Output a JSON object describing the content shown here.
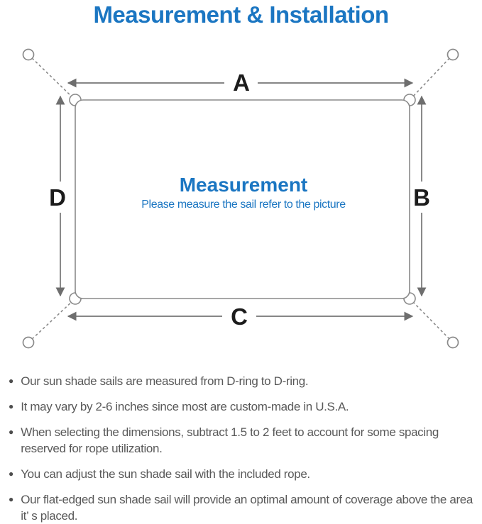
{
  "title": "Measurement & Installation",
  "colors": {
    "accent_blue": "#1b76c2",
    "line_gray": "#8a8a8a",
    "arrow_gray": "#757575",
    "body_text_gray": "#595959",
    "label_black": "#1c1c1c"
  },
  "diagram": {
    "center_title": "Measurement",
    "center_subtitle": "Please measure the sail refer to the picture",
    "dimension_labels": {
      "top": "A",
      "right": "B",
      "bottom": "C",
      "left": "D"
    }
  },
  "notes": {
    "bullet_glyph": "●",
    "items": [
      {
        "text": "Our sun shade sails are measured from D-ring to D-ring."
      },
      {
        "text": "It may vary by 2-6 inches since most are custom-made in U.S.A."
      },
      {
        "text": "When selecting the dimensions, subtract 1.5 to 2 feet to account for some spacing reserved for rope utilization."
      },
      {
        "text": "You can adjust the sun shade sail with the included rope."
      },
      {
        "text": "Our flat-edged sun shade sail will provide an optimal amount of coverage above the area it’ s placed."
      }
    ]
  }
}
